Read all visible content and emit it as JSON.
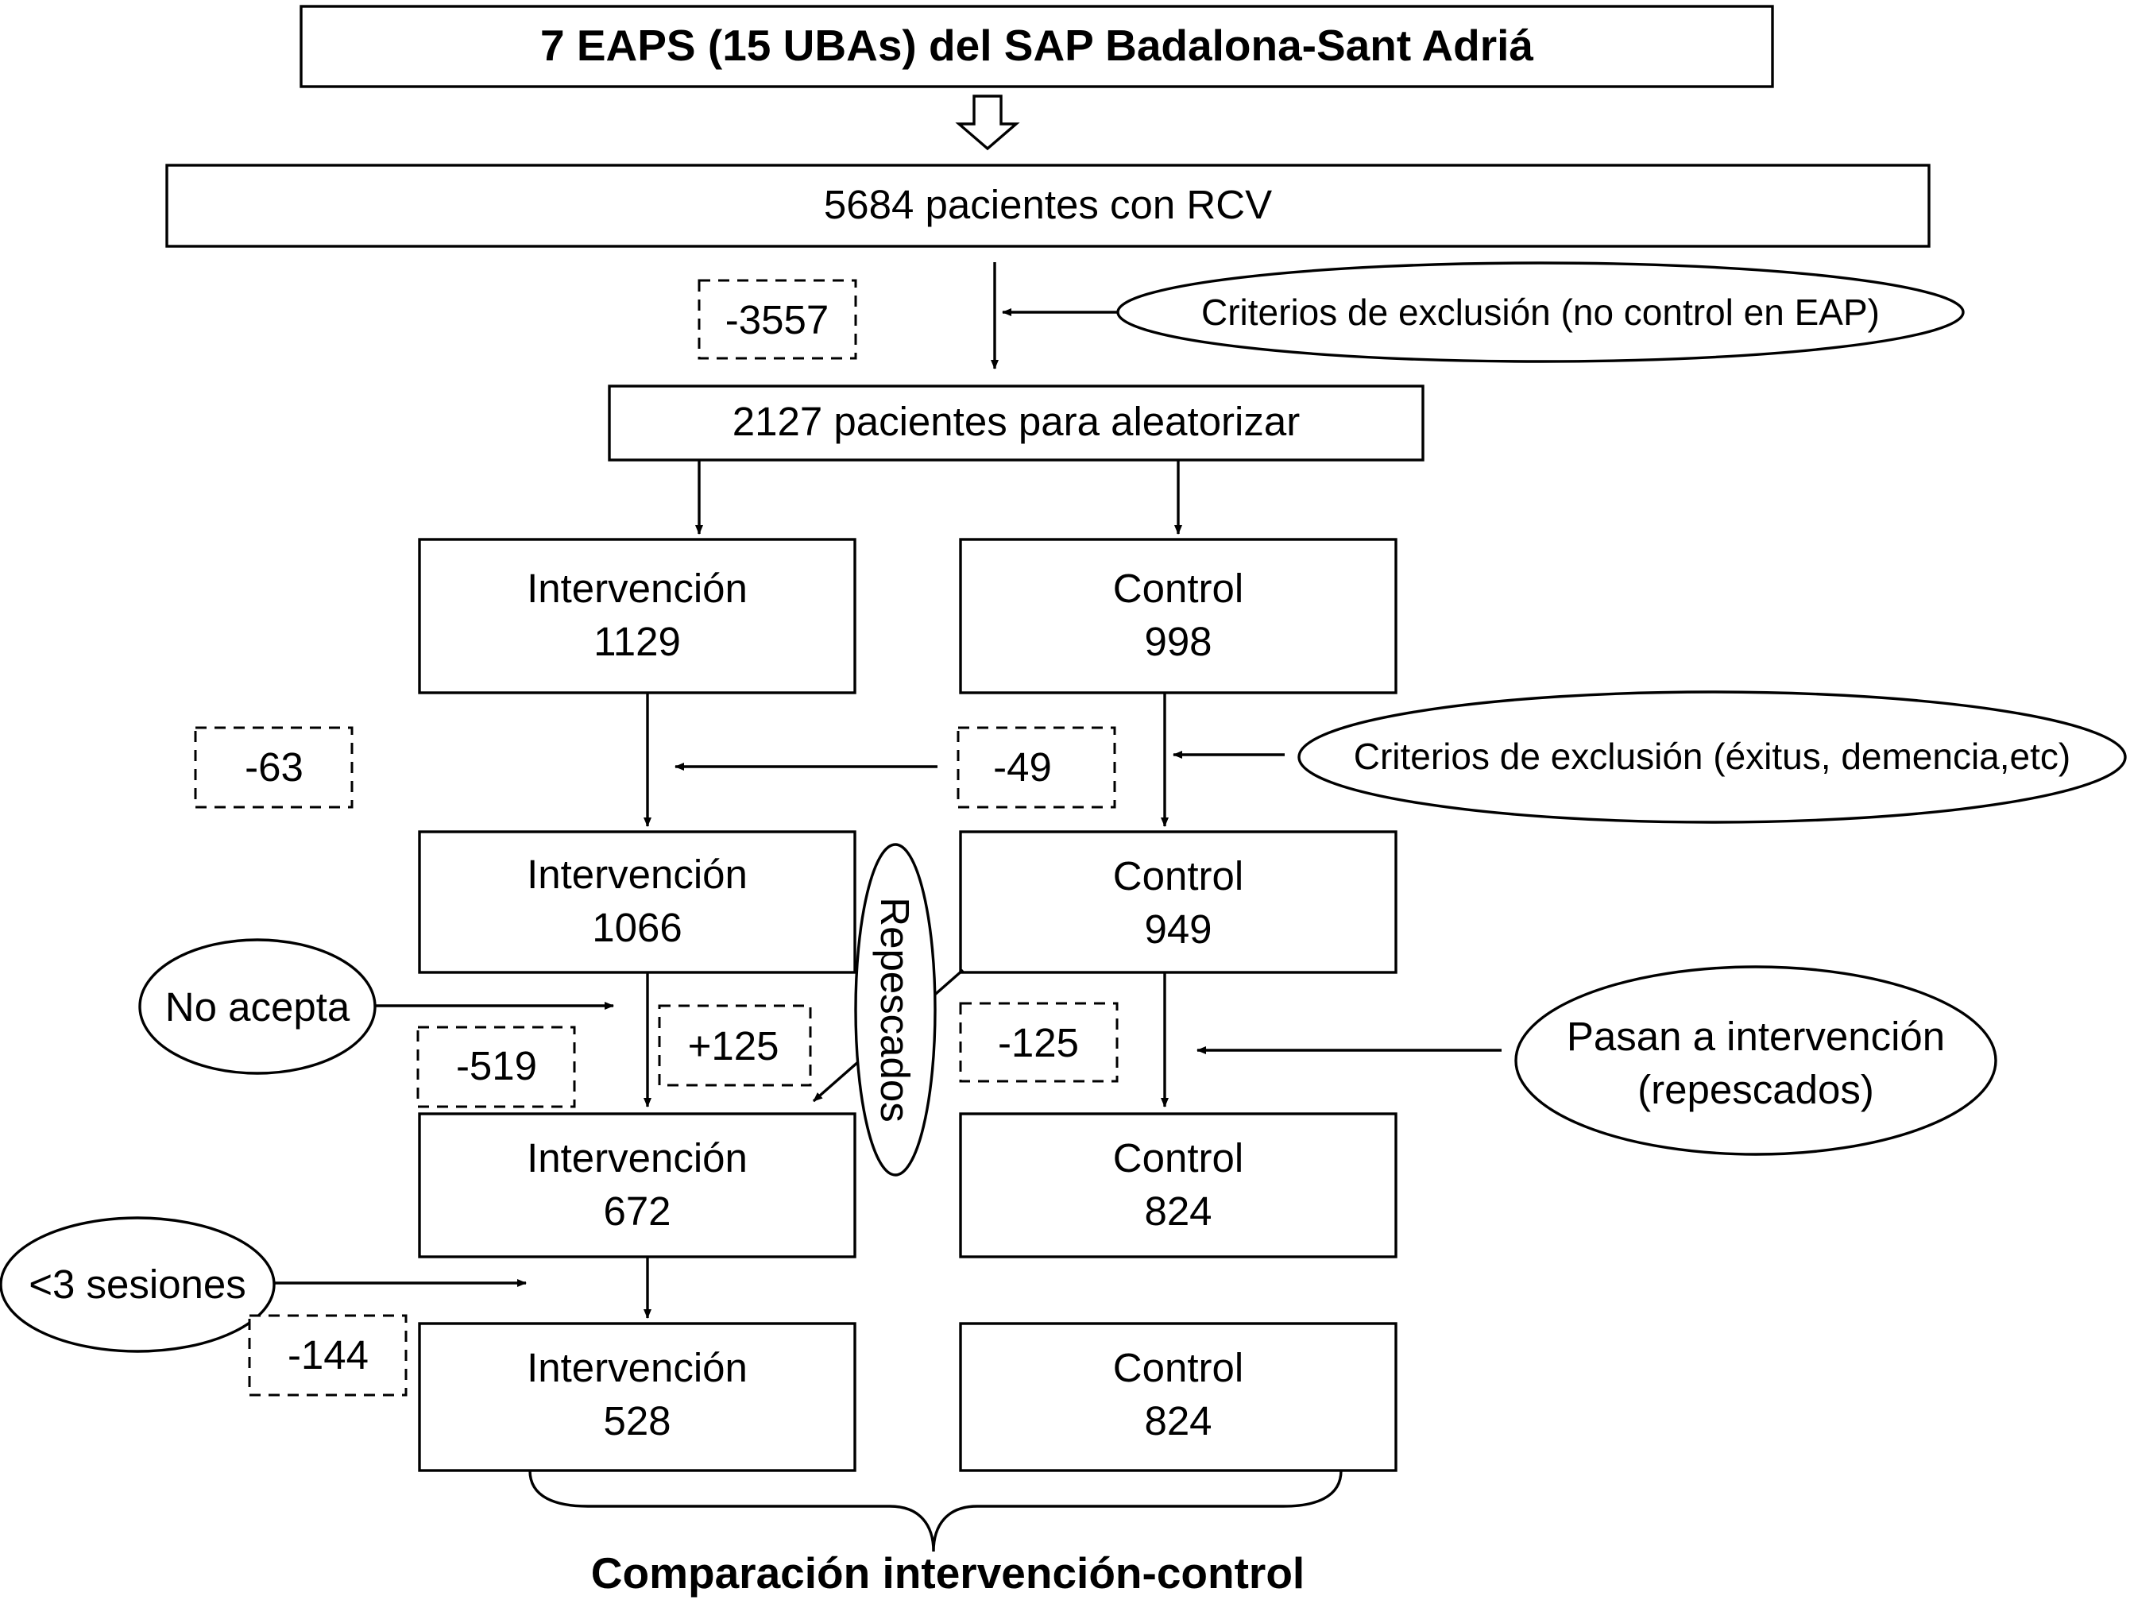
{
  "header": {
    "title": "7 EAPS (15 UBAs) del SAP Badalona-Sant Adriá"
  },
  "flow": {
    "total_patients": "5684 pacientes con RCV",
    "exclusion_1": {
      "count": "-3557",
      "criteria": "Criterios de exclusión (no control en EAP)"
    },
    "randomize": "2127 pacientes para aleatorizar",
    "stage1": {
      "intervention": {
        "label": "Intervención",
        "value": "1129"
      },
      "control": {
        "label": "Control",
        "value": "998"
      }
    },
    "exclusion_2": {
      "intervention_count": "-63",
      "control_count": "-49",
      "criteria": "Criterios de exclusión (éxitus, demencia,etc)"
    },
    "stage2": {
      "intervention": {
        "label": "Intervención",
        "value": "1066"
      },
      "control": {
        "label": "Control",
        "value": "949"
      }
    },
    "transfer": {
      "no_accept": "No acepta",
      "no_accept_count": "-519",
      "added_count": "+125",
      "rescued": "Repescados",
      "control_count": "-125",
      "to_intervention_line1": "Pasan a intervención",
      "to_intervention_line2": "(repescados)"
    },
    "stage3": {
      "intervention": {
        "label": "Intervención",
        "value": "672"
      },
      "control": {
        "label": "Control",
        "value": "824"
      }
    },
    "sessions": {
      "criteria": "<3 sesiones",
      "count": "-144"
    },
    "stage4": {
      "intervention": {
        "label": "Intervención",
        "value": "528"
      },
      "control": {
        "label": "Control",
        "value": "824"
      }
    },
    "comparison": "Comparación intervención-control"
  }
}
